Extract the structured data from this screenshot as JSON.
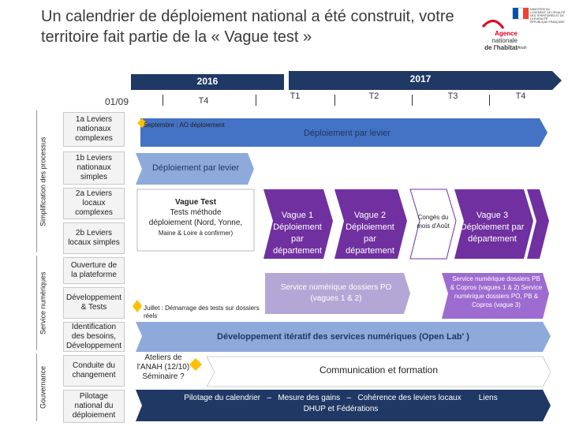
{
  "title": "Un calendrier de déploiement national a été construit, votre territoire fait partie de la « Vague test »",
  "logo": {
    "republique_text": "RÉPUBLIQUE FRANÇAISE",
    "ministere_text": "MINISTÈRE DU LOGEMENT, DE L'ÉGALITÉ DES TERRITOIRES ET DE LA RURALITÉ",
    "agence_line1": "Agence",
    "agence_line2": "nationale",
    "agence_line3": "de l'habitat",
    "anah_small": "Anah"
  },
  "timeline": {
    "year_2016": "2016",
    "year_2017": "2017",
    "date_0109": "01/09",
    "q_2016_t4": "T4",
    "q_t1": "T1",
    "q_t2": "T2",
    "q_t3": "T3",
    "q_t4": "T4"
  },
  "sections": {
    "simplification": "Simplification des processus",
    "service": "Service numériques",
    "gouvernance": "Gouvernance"
  },
  "rows": {
    "r1a": "1a  Leviers nationaux complexes",
    "r1b": "1b  Leviers nationaux simples",
    "r2a": "2a  Leviers locaux complexes",
    "r2b": "2b  Leviers locaux simples",
    "ouverture": "Ouverture de la plateforme",
    "developpement": "Développement & Tests",
    "identification": "Identification des besoins, Développement",
    "conduite": "Conduite du changement",
    "pilotage": "Pilotage national du déploiement"
  },
  "content": {
    "septembre_note": "Septembre : AO déploiement",
    "deploiement_levier_top": "Déploiement par levier",
    "deploiement_levier_1b": "Déploiement par levier",
    "vague_test_title": "Vague Test",
    "vague_test_sub": "Tests méthode",
    "vague_test_line3": "déploiement (Nord, Yonne,",
    "vague_test_line4": "Maine & Loire à confirmer)",
    "vague1": "Vague 1 Déploiement par département",
    "vague2": "Vague 2 Déploiement par département",
    "conges": "Congés du mois d'Août",
    "vague3": "Vague 3 Déploiement par département",
    "service_po": "Service numérique dossiers PO (vagues 1 & 2)",
    "service_pb": "Service numérique dossiers PB & Copros (vagues 1 & 2) Service numérique dossiers PO, PB & Copros (vague 3)",
    "juillet_note": "Juillet : Démarrage des tests sur dossiers réels",
    "dev_iteratif": "Développement itératif des services numériques (Open Lab' )",
    "ateliers": "Ateliers de l'ANAH (12/10) Séminaire ?",
    "communication": "Communication et formation",
    "pilotage_line1": "Pilotage du calendrier   –   Mesure des gains   –   Cohérence des leviers locaux        Liens",
    "pilotage_line2": "DHUP et Fédérations"
  },
  "colors": {
    "navy": "#1f3864",
    "light_blue": "#8eaadb",
    "blue": "#4472c4",
    "purple": "#7030a0",
    "violet": "#9e6bd0",
    "lavender": "#b4a7d6",
    "gold": "#ffc000",
    "red": "#e2001a"
  }
}
